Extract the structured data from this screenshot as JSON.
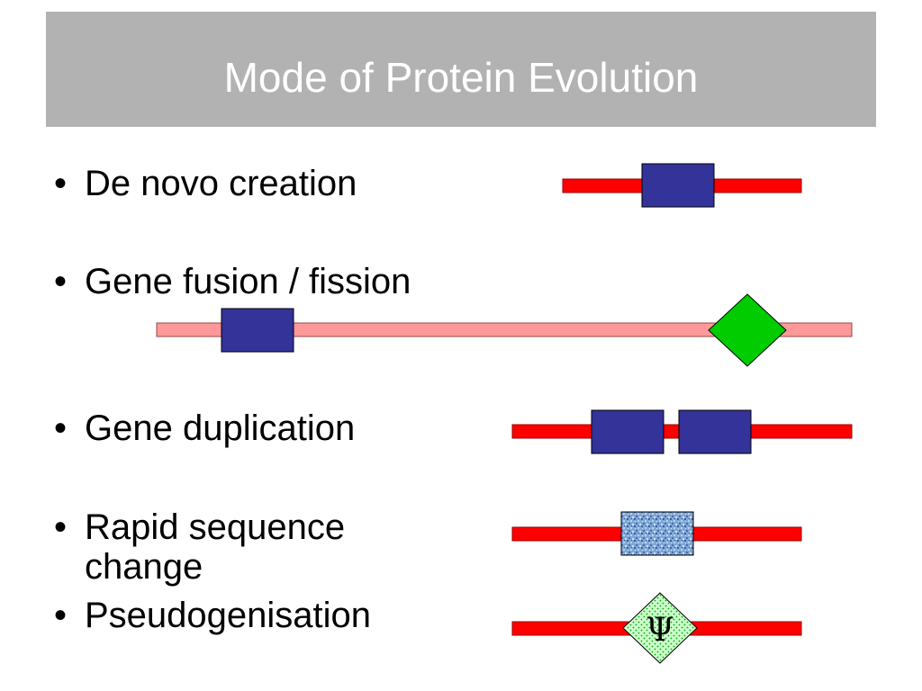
{
  "title": "Mode of Protein Evolution",
  "bullets": [
    {
      "text": "De novo creation"
    },
    {
      "text": "Gene fusion / fission"
    },
    {
      "text": "Gene duplication"
    },
    {
      "text": "Rapid sequence\nchange"
    },
    {
      "text": "Pseudogenisation"
    }
  ],
  "pseudogene_symbol": "Ψ",
  "colors": {
    "title_bg": "#b2b2b2",
    "gene_line": "#ff0000",
    "fusion_line": "#ff9999",
    "domain_box": "#333399",
    "diamond_green": "#00cc00",
    "mutated_box": "#6699cc",
    "pseudo_fill": "#ccffcc"
  }
}
